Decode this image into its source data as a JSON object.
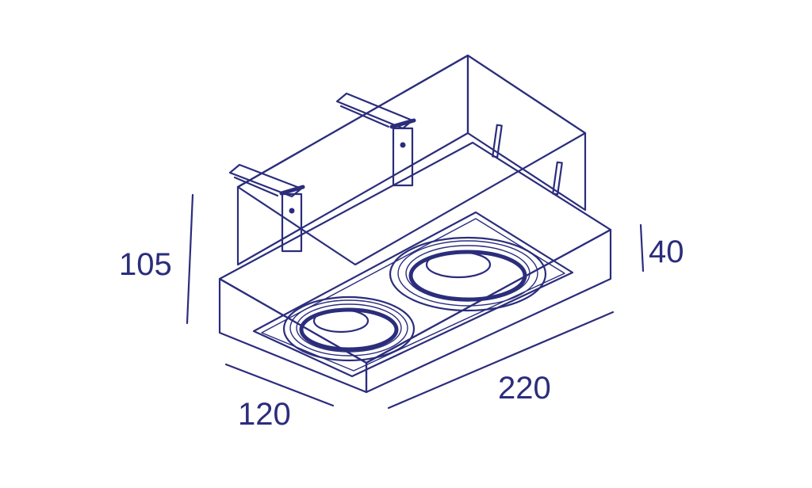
{
  "diagram": {
    "line_color": "#2b2d7c",
    "background_color": "#ffffff",
    "dimensions": {
      "height_total": "105",
      "frame_height": "40",
      "width": "120",
      "length": "220"
    }
  }
}
